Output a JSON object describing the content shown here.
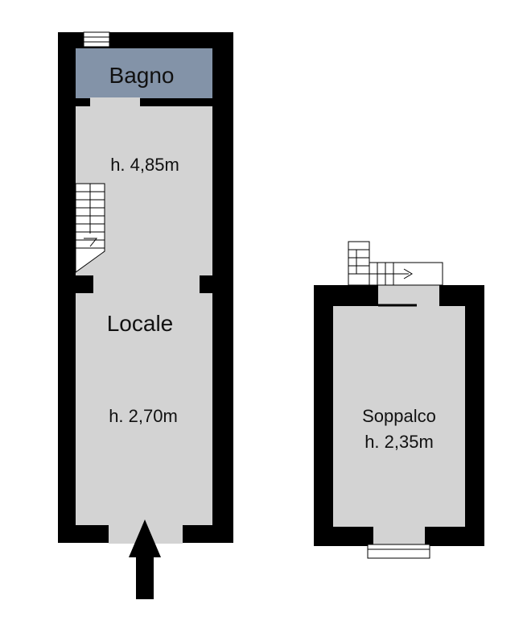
{
  "plan_left": {
    "room_bagno": "Bagno",
    "height_upper": "h. 4,85m",
    "room_locale": "Locale",
    "height_lower": "h. 2,70m"
  },
  "plan_right": {
    "room_soppalco": "Soppalco",
    "height": "h. 2,35m"
  },
  "colors": {
    "wall": "#000000",
    "floor": "#d3d3d3",
    "bathroom": "#8393a8",
    "stair_line": "#000000"
  },
  "icons": {
    "entrance": "arrow-up-icon",
    "window": "window-icon",
    "stairs": "stairs-icon"
  }
}
